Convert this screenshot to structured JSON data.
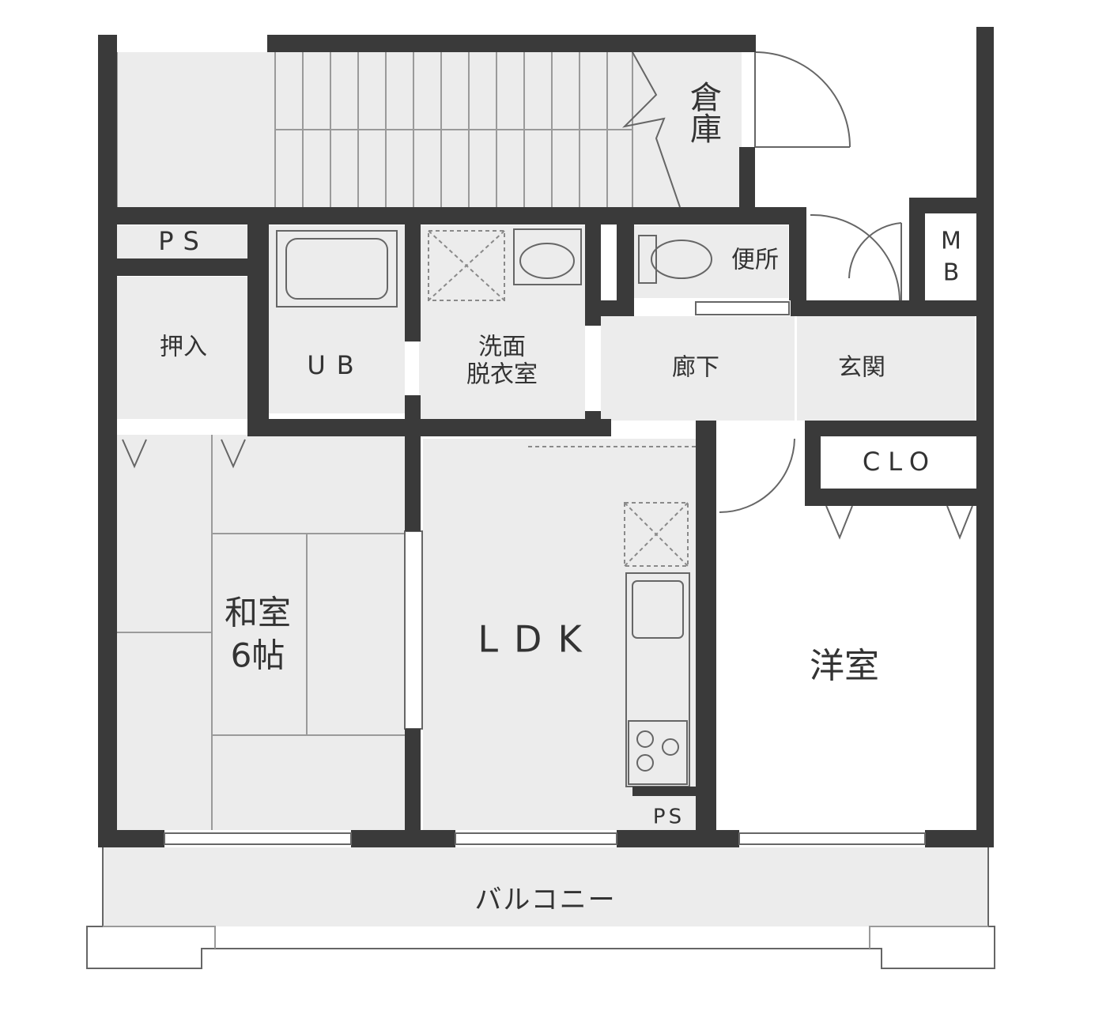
{
  "rooms": {
    "storage": "倉庫",
    "ps_top": "PS",
    "ub": "UB",
    "washroom_line1": "洗面",
    "washroom_line2": "脱衣室",
    "toilet": "便所",
    "mb_line1": "M",
    "mb_line2": "B",
    "closet_oshiire": "押入",
    "hallway": "廊下",
    "entrance": "玄関",
    "clo": "CLO",
    "washitsu_line1": "和室",
    "washitsu_line2": "6帖",
    "ldk": "LDK",
    "youshitsu": "洋室",
    "ps_bottom": "PS",
    "balcony": "バルコニー"
  },
  "colors": {
    "wall": "#3a3a3a",
    "floor": "#ececec",
    "line": "#666666"
  }
}
